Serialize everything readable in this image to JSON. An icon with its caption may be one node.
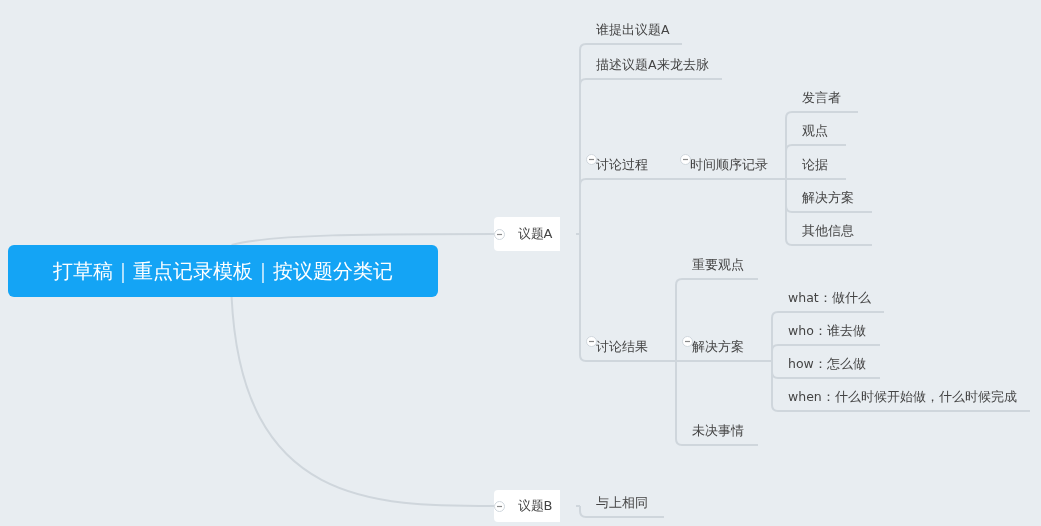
{
  "diagram": {
    "nodes": [
      {
        "text": [
          "打草稿｜重点记录模板｜按议题分类记"
        ]
      },
      {
        "text": [
          "议题A"
        ]
      },
      {
        "text": [
          "谁提出议题A"
        ]
      },
      {
        "text": [
          "描述议题A来龙去脉"
        ]
      },
      {
        "text": [
          "讨论过程"
        ]
      },
      {
        "text": [
          "时间顺序记录"
        ]
      },
      {
        "text": [
          "发言者"
        ]
      },
      {
        "text": [
          "观点"
        ]
      },
      {
        "text": [
          "论据"
        ]
      },
      {
        "text": [
          "解决方案"
        ]
      },
      {
        "text": [
          "其他信息"
        ]
      },
      {
        "text": [
          "讨论结果"
        ]
      },
      {
        "text": [
          "重要观点"
        ]
      },
      {
        "text": [
          "解决方案"
        ]
      },
      {
        "text": [
          "未决事情"
        ]
      },
      {
        "text": [
          "what：做什么"
        ]
      },
      {
        "text": [
          "who：谁去做"
        ]
      },
      {
        "text": [
          "how：怎么做"
        ]
      },
      {
        "text": [
          "when：什么时候开始做，什么时候完成"
        ]
      },
      {
        "text": [
          "议题B"
        ]
      },
      {
        "text": [
          "与上相同"
        ]
      }
    ],
    "edges": [
      {
        "from": 0,
        "to": 1,
        "arrow": "none"
      },
      {
        "from": 1,
        "to": 2,
        "arrow": "none"
      },
      {
        "from": 1,
        "to": 3,
        "arrow": "none"
      },
      {
        "from": 1,
        "to": 4,
        "arrow": "none"
      },
      {
        "from": 4,
        "to": 5,
        "arrow": "none"
      },
      {
        "from": 5,
        "to": 6,
        "arrow": "none"
      },
      {
        "from": 5,
        "to": 7,
        "arrow": "none"
      },
      {
        "from": 5,
        "to": 8,
        "arrow": "none"
      },
      {
        "from": 5,
        "to": 9,
        "arrow": "none"
      },
      {
        "from": 5,
        "to": 10,
        "arrow": "none"
      },
      {
        "from": 1,
        "to": 11,
        "arrow": "none"
      },
      {
        "from": 11,
        "to": 12,
        "arrow": "none"
      },
      {
        "from": 11,
        "to": 13,
        "arrow": "none"
      },
      {
        "from": 11,
        "to": 14,
        "arrow": "none"
      },
      {
        "from": 13,
        "to": 15,
        "arrow": "none"
      },
      {
        "from": 13,
        "to": 16,
        "arrow": "none"
      },
      {
        "from": 13,
        "to": 17,
        "arrow": "none"
      },
      {
        "from": 13,
        "to": 18,
        "arrow": "none"
      },
      {
        "from": 0,
        "to": 19,
        "arrow": "none"
      },
      {
        "from": 19,
        "to": 20,
        "arrow": "none"
      }
    ]
  }
}
